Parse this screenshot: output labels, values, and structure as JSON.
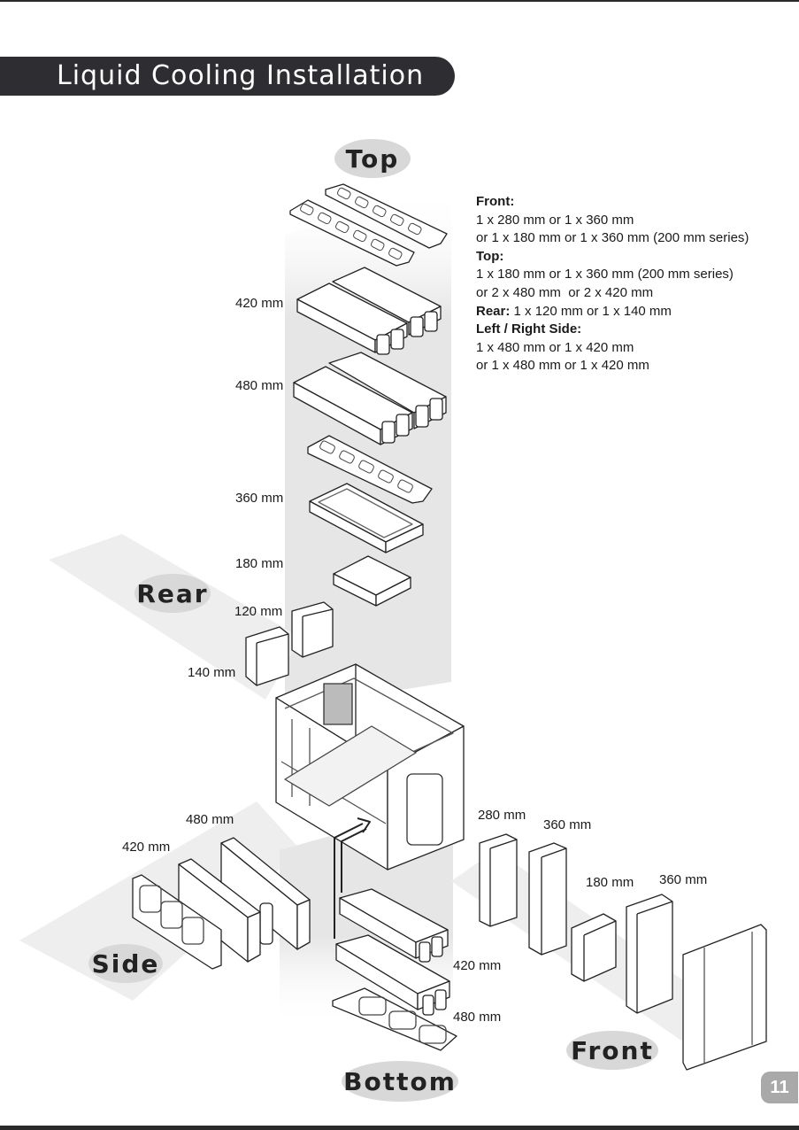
{
  "title": "Liquid Cooling Installation",
  "zones": {
    "top": "Top",
    "rear": "Rear",
    "side": "Side",
    "bottom": "Bottom",
    "front": "Front"
  },
  "specs": {
    "front_heading": "Front:",
    "front_line1": "1 x 280 mm or 1 x 360 mm",
    "front_line2": "or 1 x 180 mm or 1 x 360 mm (200 mm series)",
    "top_heading": "Top:",
    "top_line1": "1 x 180 mm or 1 x 360 mm (200 mm series)",
    "top_line2": "or 2 x 480 mm  or 2 x 420 mm",
    "rear_heading": "Rear:",
    "rear_value": " 1 x 120 mm or 1 x 140 mm",
    "side_heading": "Left / Right Side:",
    "side_line1": "1 x 480 mm or 1 x 420 mm",
    "side_line2": "or 1 x 480 mm or 1 x 420 mm"
  },
  "dimensions": {
    "top_420": "420 mm",
    "top_480": "480 mm",
    "top_360": "360 mm",
    "top_180": "180 mm",
    "rear_120": "120 mm",
    "rear_140": "140 mm",
    "side_480": "480 mm",
    "side_420": "420 mm",
    "front_280": "280 mm",
    "front_360a": "360 mm",
    "front_180": "180 mm",
    "front_360b": "360 mm",
    "bottom_420": "420 mm",
    "bottom_480": "480 mm"
  },
  "page_number": "11"
}
